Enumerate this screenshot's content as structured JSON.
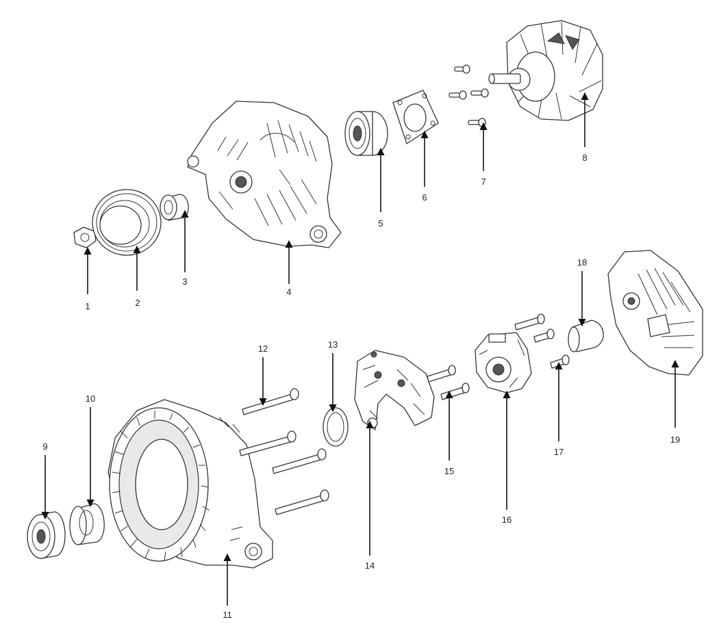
{
  "callouts": [
    "1",
    "2",
    "3",
    "4",
    "5",
    "6",
    "7",
    "8",
    "9",
    "10",
    "11",
    "12",
    "13",
    "14",
    "15",
    "16",
    "17",
    "18",
    "19"
  ],
  "colors": {
    "line": "#333333",
    "fill": "#ffffff",
    "shade": "#e9e9e9"
  }
}
